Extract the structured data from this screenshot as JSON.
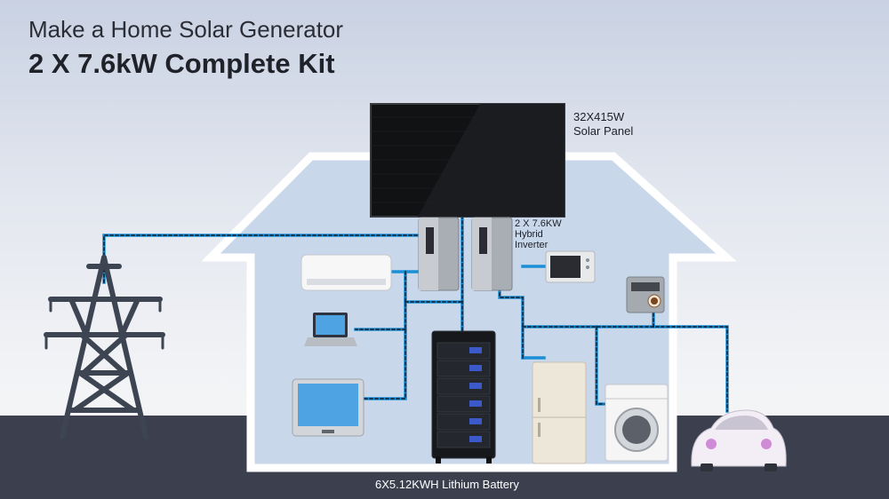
{
  "title": {
    "line1": "Make a Home Solar Generator",
    "line2": "2 X 7.6kW Complete Kit"
  },
  "labels": {
    "solar_panel_line1": "32X415W",
    "solar_panel_line2": "Solar Panel",
    "inverter_line1": "2 X 7.6KW",
    "inverter_line2": "Hybrid",
    "inverter_line3": "Inverter",
    "battery": "6X5.12KWH Lithium Battery"
  },
  "colors": {
    "ground": "#3b3f4e",
    "house_wall": "#ffffff",
    "house_interior": "#c7d5e8",
    "wire": "#1a8fd6",
    "panel": "#111214"
  },
  "icons": [
    "transmission-tower-icon",
    "solar-panel-icon",
    "hybrid-inverter-icon",
    "air-conditioner-icon",
    "laptop-icon",
    "monitor-icon",
    "battery-rack-icon",
    "microwave-icon",
    "coffee-maker-icon",
    "refrigerator-icon",
    "washing-machine-icon",
    "electric-car-icon"
  ]
}
